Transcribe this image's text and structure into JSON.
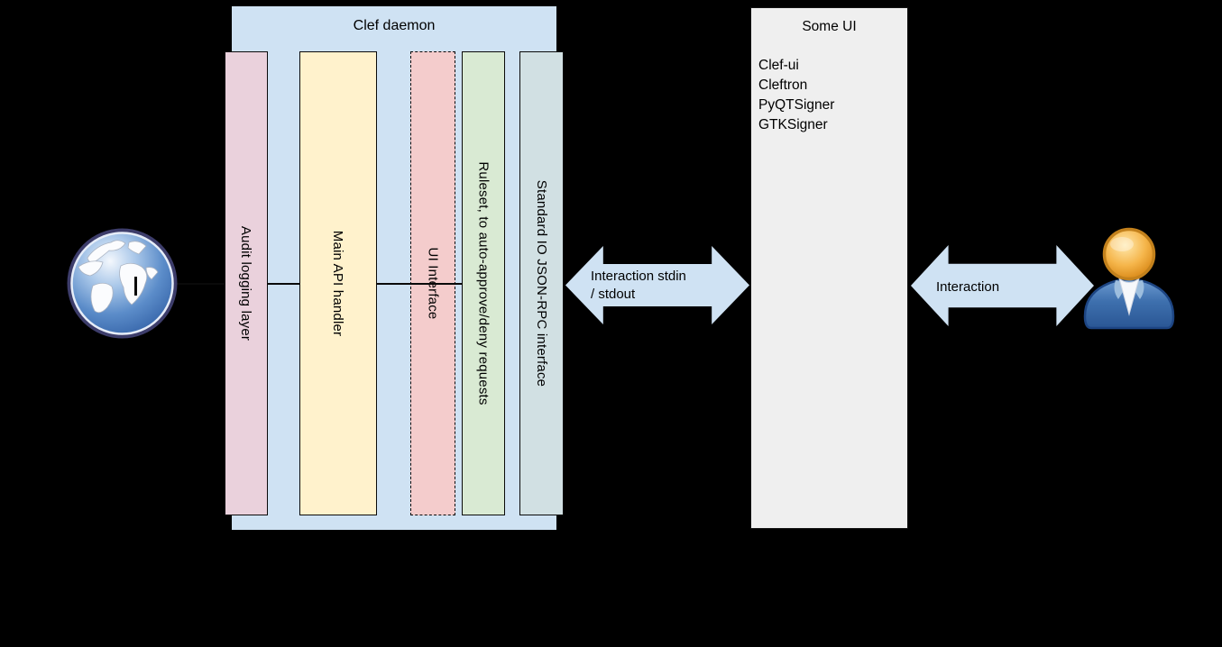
{
  "clef_daemon": {
    "title": "Clef daemon",
    "fill": "#cfe2f3",
    "bars": [
      {
        "label": "Audit logging layer",
        "fill": "#ead1dc",
        "border": "solid"
      },
      {
        "label": "Main API handler",
        "fill": "#fff2cc",
        "border": "solid"
      },
      {
        "label": "UI Interface",
        "fill": "#f4cccc",
        "border": "dashed"
      },
      {
        "label": "Ruleset, to auto-approve/deny requests",
        "fill": "#d9ead3",
        "border": "solid"
      },
      {
        "label": "Standard IO JSON-RPC interface",
        "fill": "#d1e0e3",
        "border": "solid"
      }
    ]
  },
  "some_ui": {
    "title": "Some UI",
    "fill": "#efefef",
    "items": [
      "Clef-ui",
      "Cleftron",
      "PyQTSigner",
      "GTKSigner"
    ]
  },
  "arrows": {
    "stdio": {
      "line1": "Interaction stdin",
      "line2": "/ stdout",
      "fill": "#cfe2f3"
    },
    "user": {
      "label": "Interaction",
      "fill": "#cfe2f3"
    }
  },
  "icons": {
    "left": "globe-icon",
    "right": "user-icon"
  },
  "colors": {
    "background": "#000000",
    "text": "#000000",
    "connector_line": "#0a0a0a"
  }
}
